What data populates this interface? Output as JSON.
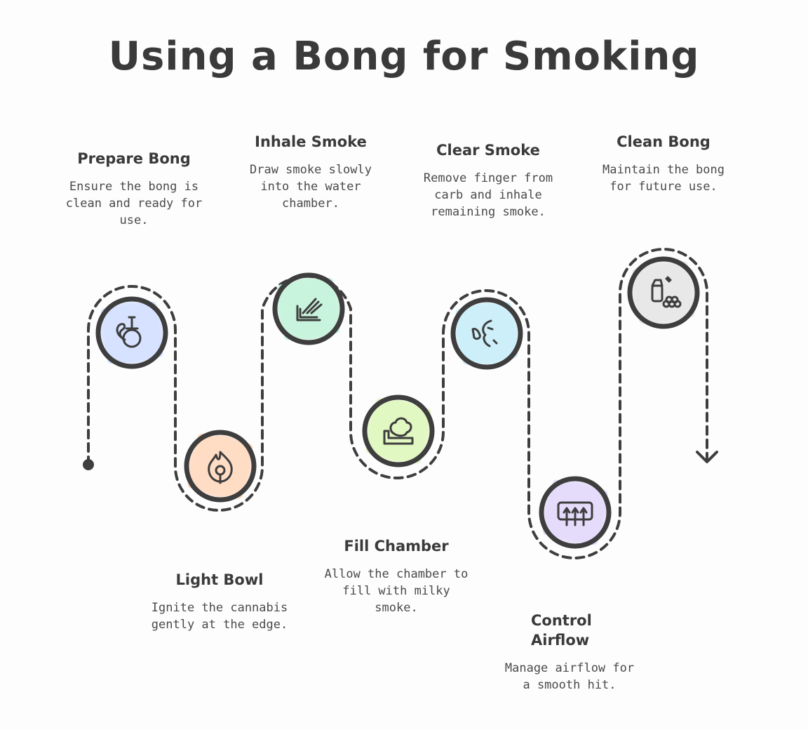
{
  "title": "Using a Bong for Smoking",
  "steps": [
    {
      "heading": "Prepare Bong",
      "desc": "Ensure the bong is clean and ready for use.",
      "icon": "bong-icon",
      "color": "#d6e2ff"
    },
    {
      "heading": "Light Bowl",
      "desc": "Ignite the cannabis gently at the edge.",
      "icon": "flame-icon",
      "color": "#ffdcc4"
    },
    {
      "heading": "Inhale Smoke",
      "desc": "Draw smoke slowly into the water chamber.",
      "icon": "smoke-layers-icon",
      "color": "#c8f3dc"
    },
    {
      "heading": "Fill Chamber",
      "desc": "Allow the chamber to fill with milky smoke.",
      "icon": "chamber-smoke-icon",
      "color": "#e2f7c2"
    },
    {
      "heading": "Clear Smoke",
      "desc": "Remove finger from carb and inhale remaining smoke.",
      "icon": "inhale-face-icon",
      "color": "#cdeefa"
    },
    {
      "heading": "Control Airflow",
      "desc": "Manage airflow for a smooth hit.",
      "icon": "airflow-vent-icon",
      "color": "#e4dcfb"
    },
    {
      "heading": "Clean Bong",
      "desc": "Maintain the bong for future use.",
      "icon": "cleaning-spray-icon",
      "color": "#e8e8e8"
    }
  ]
}
